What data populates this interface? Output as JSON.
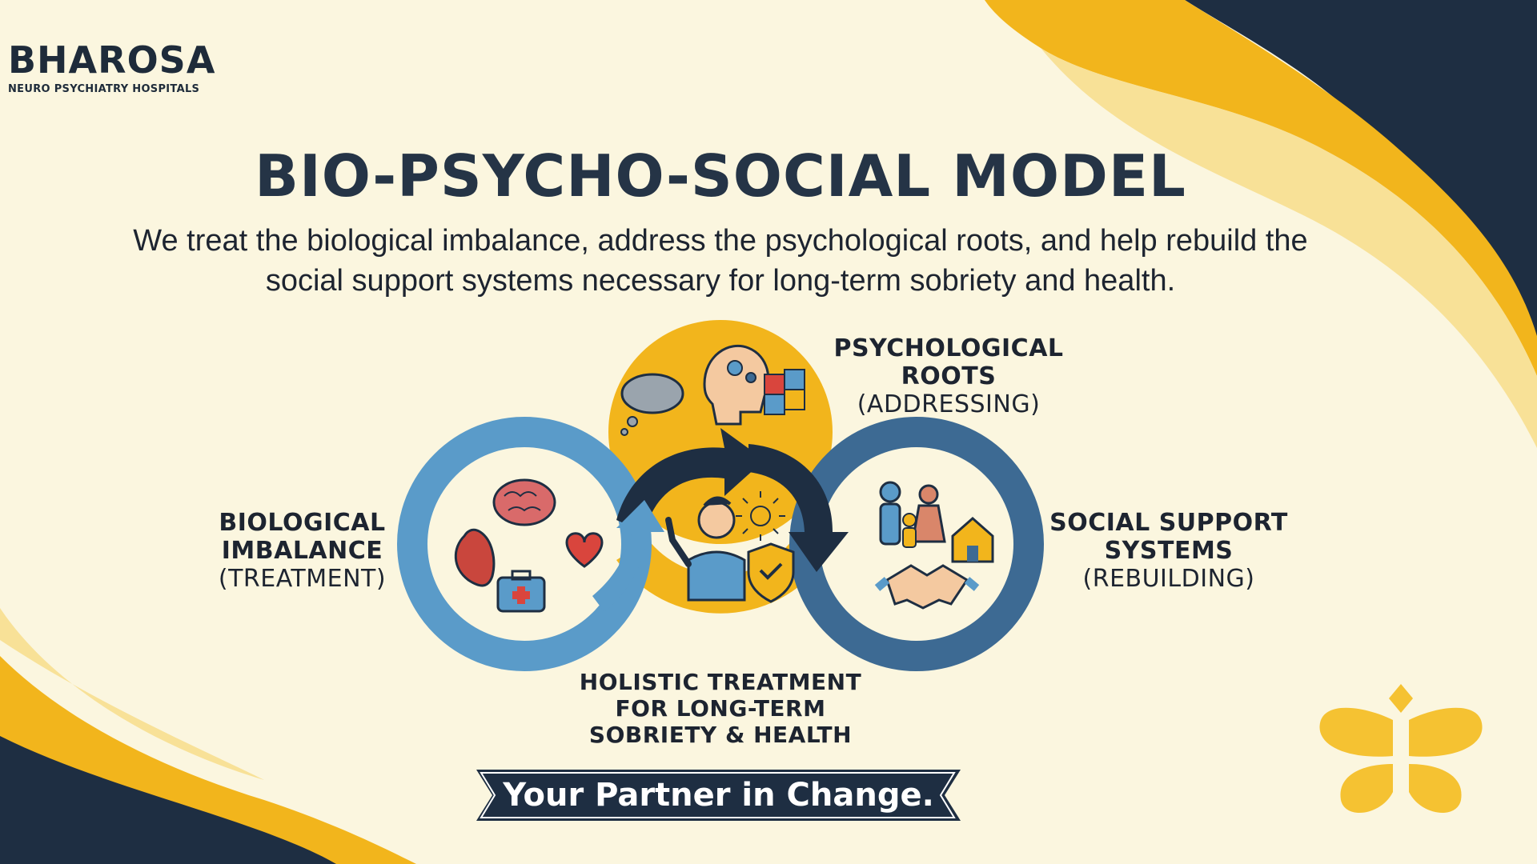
{
  "brand": {
    "name": "BHAROSA",
    "subtitle": "NEURO PSYCHIATRY HOSPITALS"
  },
  "title": "BIO-PSYCHO-SOCIAL MODEL",
  "subtitle": "We treat the biological imbalance, address the psychological roots, and help rebuild the social support systems necessary for long-term sobriety and health.",
  "nodes": {
    "biological": {
      "line1": "BIOLOGICAL",
      "line2": "IMBALANCE",
      "line3": "(TREATMENT)"
    },
    "psychological": {
      "line1": "PSYCHOLOGICAL",
      "line2": "ROOTS",
      "line3": "(ADDRESSING)"
    },
    "social": {
      "line1": "SOCIAL SUPPORT",
      "line2": "SYSTEMS",
      "line3": "(REBUILDING)"
    },
    "center": {
      "line1": "HOLISTIC TREATMENT",
      "line2": "FOR LONG-TERM",
      "line3": "SOBRIETY & HEALTH"
    }
  },
  "tagline": "Your Partner in Change.",
  "colors": {
    "background": "#fbf6df",
    "navy": "#1e2e42",
    "yellow": "#f2b51c",
    "blue": "#5a9bc9",
    "steel": "#3d6a93"
  },
  "icons": [
    "brain-icon",
    "heart-anatomical-icon",
    "heart-icon",
    "medical-kit-icon",
    "thought-cloud-icon",
    "head-gears-icon",
    "puzzle-icon",
    "person-strong-icon",
    "sun-icon",
    "shield-check-icon",
    "family-icon",
    "house-icon",
    "handshake-icon",
    "butterfly-logo-icon"
  ]
}
